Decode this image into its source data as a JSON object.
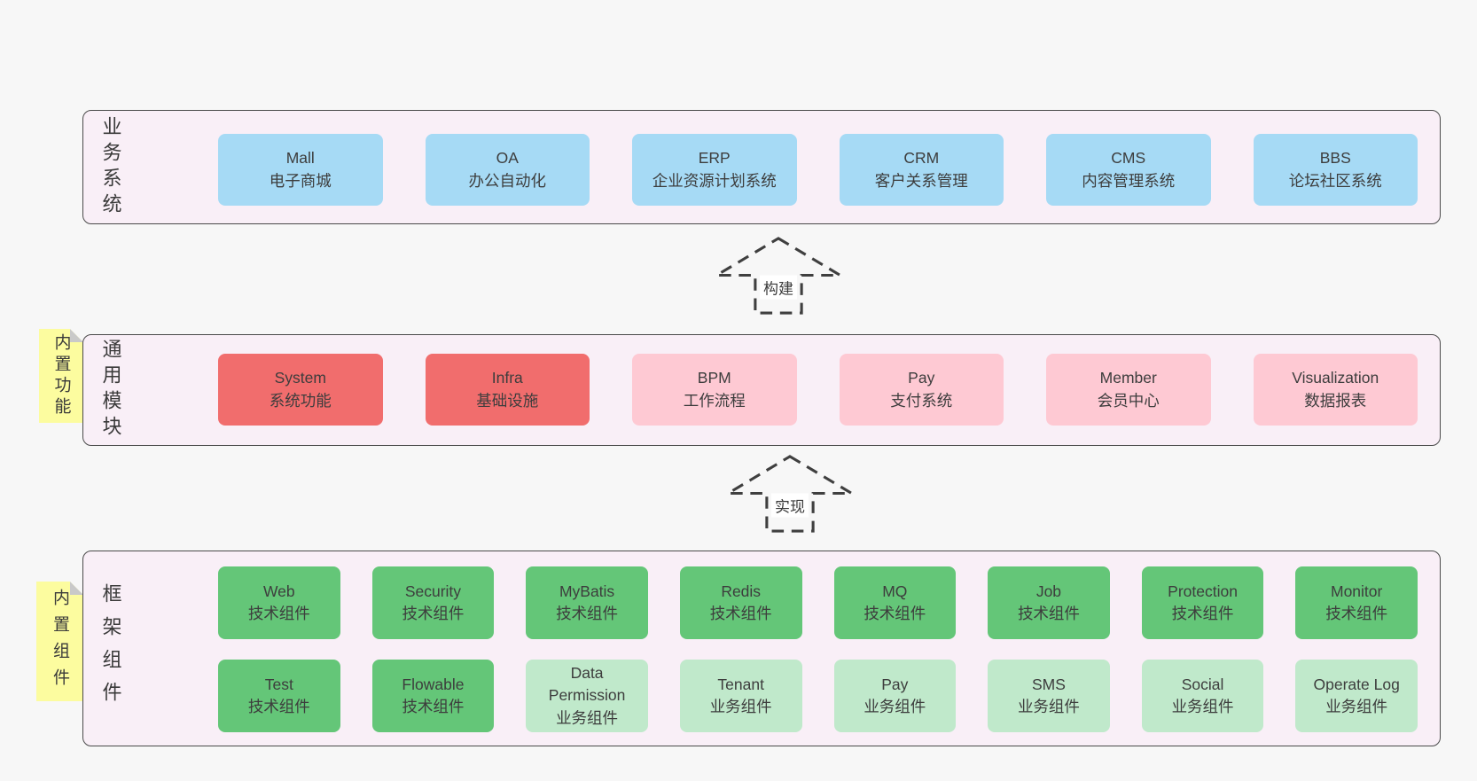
{
  "colors": {
    "bg": "#f7f7f7",
    "band-bg": "#f9eff7",
    "band-border": "#4a4a4a",
    "blue": "#a6daf5",
    "red": "#f16d6d",
    "pink": "#fec9d3",
    "green": "#64c678",
    "lightgreen": "#c0e9cb",
    "yellow": "#fcfc9f",
    "fold": "#c9c9c9",
    "text": "#3d3d3d",
    "arrow": "#3f3f3f"
  },
  "arrows": [
    {
      "label": "构建"
    },
    {
      "label": "实现"
    }
  ],
  "sections": [
    {
      "id": "business-systems",
      "label": "业务系统",
      "boxes": [
        {
          "name": "Mall",
          "subtitle": "电子商城"
        },
        {
          "name": "OA",
          "subtitle": "办公自动化"
        },
        {
          "name": "ERP",
          "subtitle": "企业资源计划系统"
        },
        {
          "name": "CRM",
          "subtitle": "客户关系管理"
        },
        {
          "name": "CMS",
          "subtitle": "内容管理系统"
        },
        {
          "name": "BBS",
          "subtitle": "论坛社区系统"
        }
      ]
    },
    {
      "id": "common-modules",
      "label": "通用模块",
      "tag": "内置功能",
      "boxes": [
        {
          "name": "System",
          "subtitle": "系统功能"
        },
        {
          "name": "Infra",
          "subtitle": "基础设施"
        },
        {
          "name": "BPM",
          "subtitle": "工作流程"
        },
        {
          "name": "Pay",
          "subtitle": "支付系统"
        },
        {
          "name": "Member",
          "subtitle": "会员中心"
        },
        {
          "name": "Visualization",
          "subtitle": "数据报表"
        }
      ]
    },
    {
      "id": "framework-components",
      "label": "框架组件",
      "tag": "内置组件",
      "rows": [
        {
          "boxes": [
            {
              "name": "Web",
              "subtitle": "技术组件"
            },
            {
              "name": "Security",
              "subtitle": "技术组件"
            },
            {
              "name": "MyBatis",
              "subtitle": "技术组件"
            },
            {
              "name": "Redis",
              "subtitle": "技术组件"
            },
            {
              "name": "MQ",
              "subtitle": "技术组件"
            },
            {
              "name": "Job",
              "subtitle": "技术组件"
            },
            {
              "name": "Protection",
              "subtitle": "技术组件"
            },
            {
              "name": "Monitor",
              "subtitle": "技术组件"
            }
          ]
        },
        {
          "boxes": [
            {
              "name": "Test",
              "subtitle": "技术组件"
            },
            {
              "name": "Flowable",
              "subtitle": "技术组件"
            },
            {
              "name": "Data\nPermission",
              "subtitle": "业务组件"
            },
            {
              "name": "Tenant",
              "subtitle": "业务组件"
            },
            {
              "name": "Pay",
              "subtitle": "业务组件"
            },
            {
              "name": "SMS",
              "subtitle": "业务组件"
            },
            {
              "name": "Social",
              "subtitle": "业务组件"
            },
            {
              "name": "Operate Log",
              "subtitle": "业务组件"
            }
          ]
        }
      ]
    }
  ]
}
